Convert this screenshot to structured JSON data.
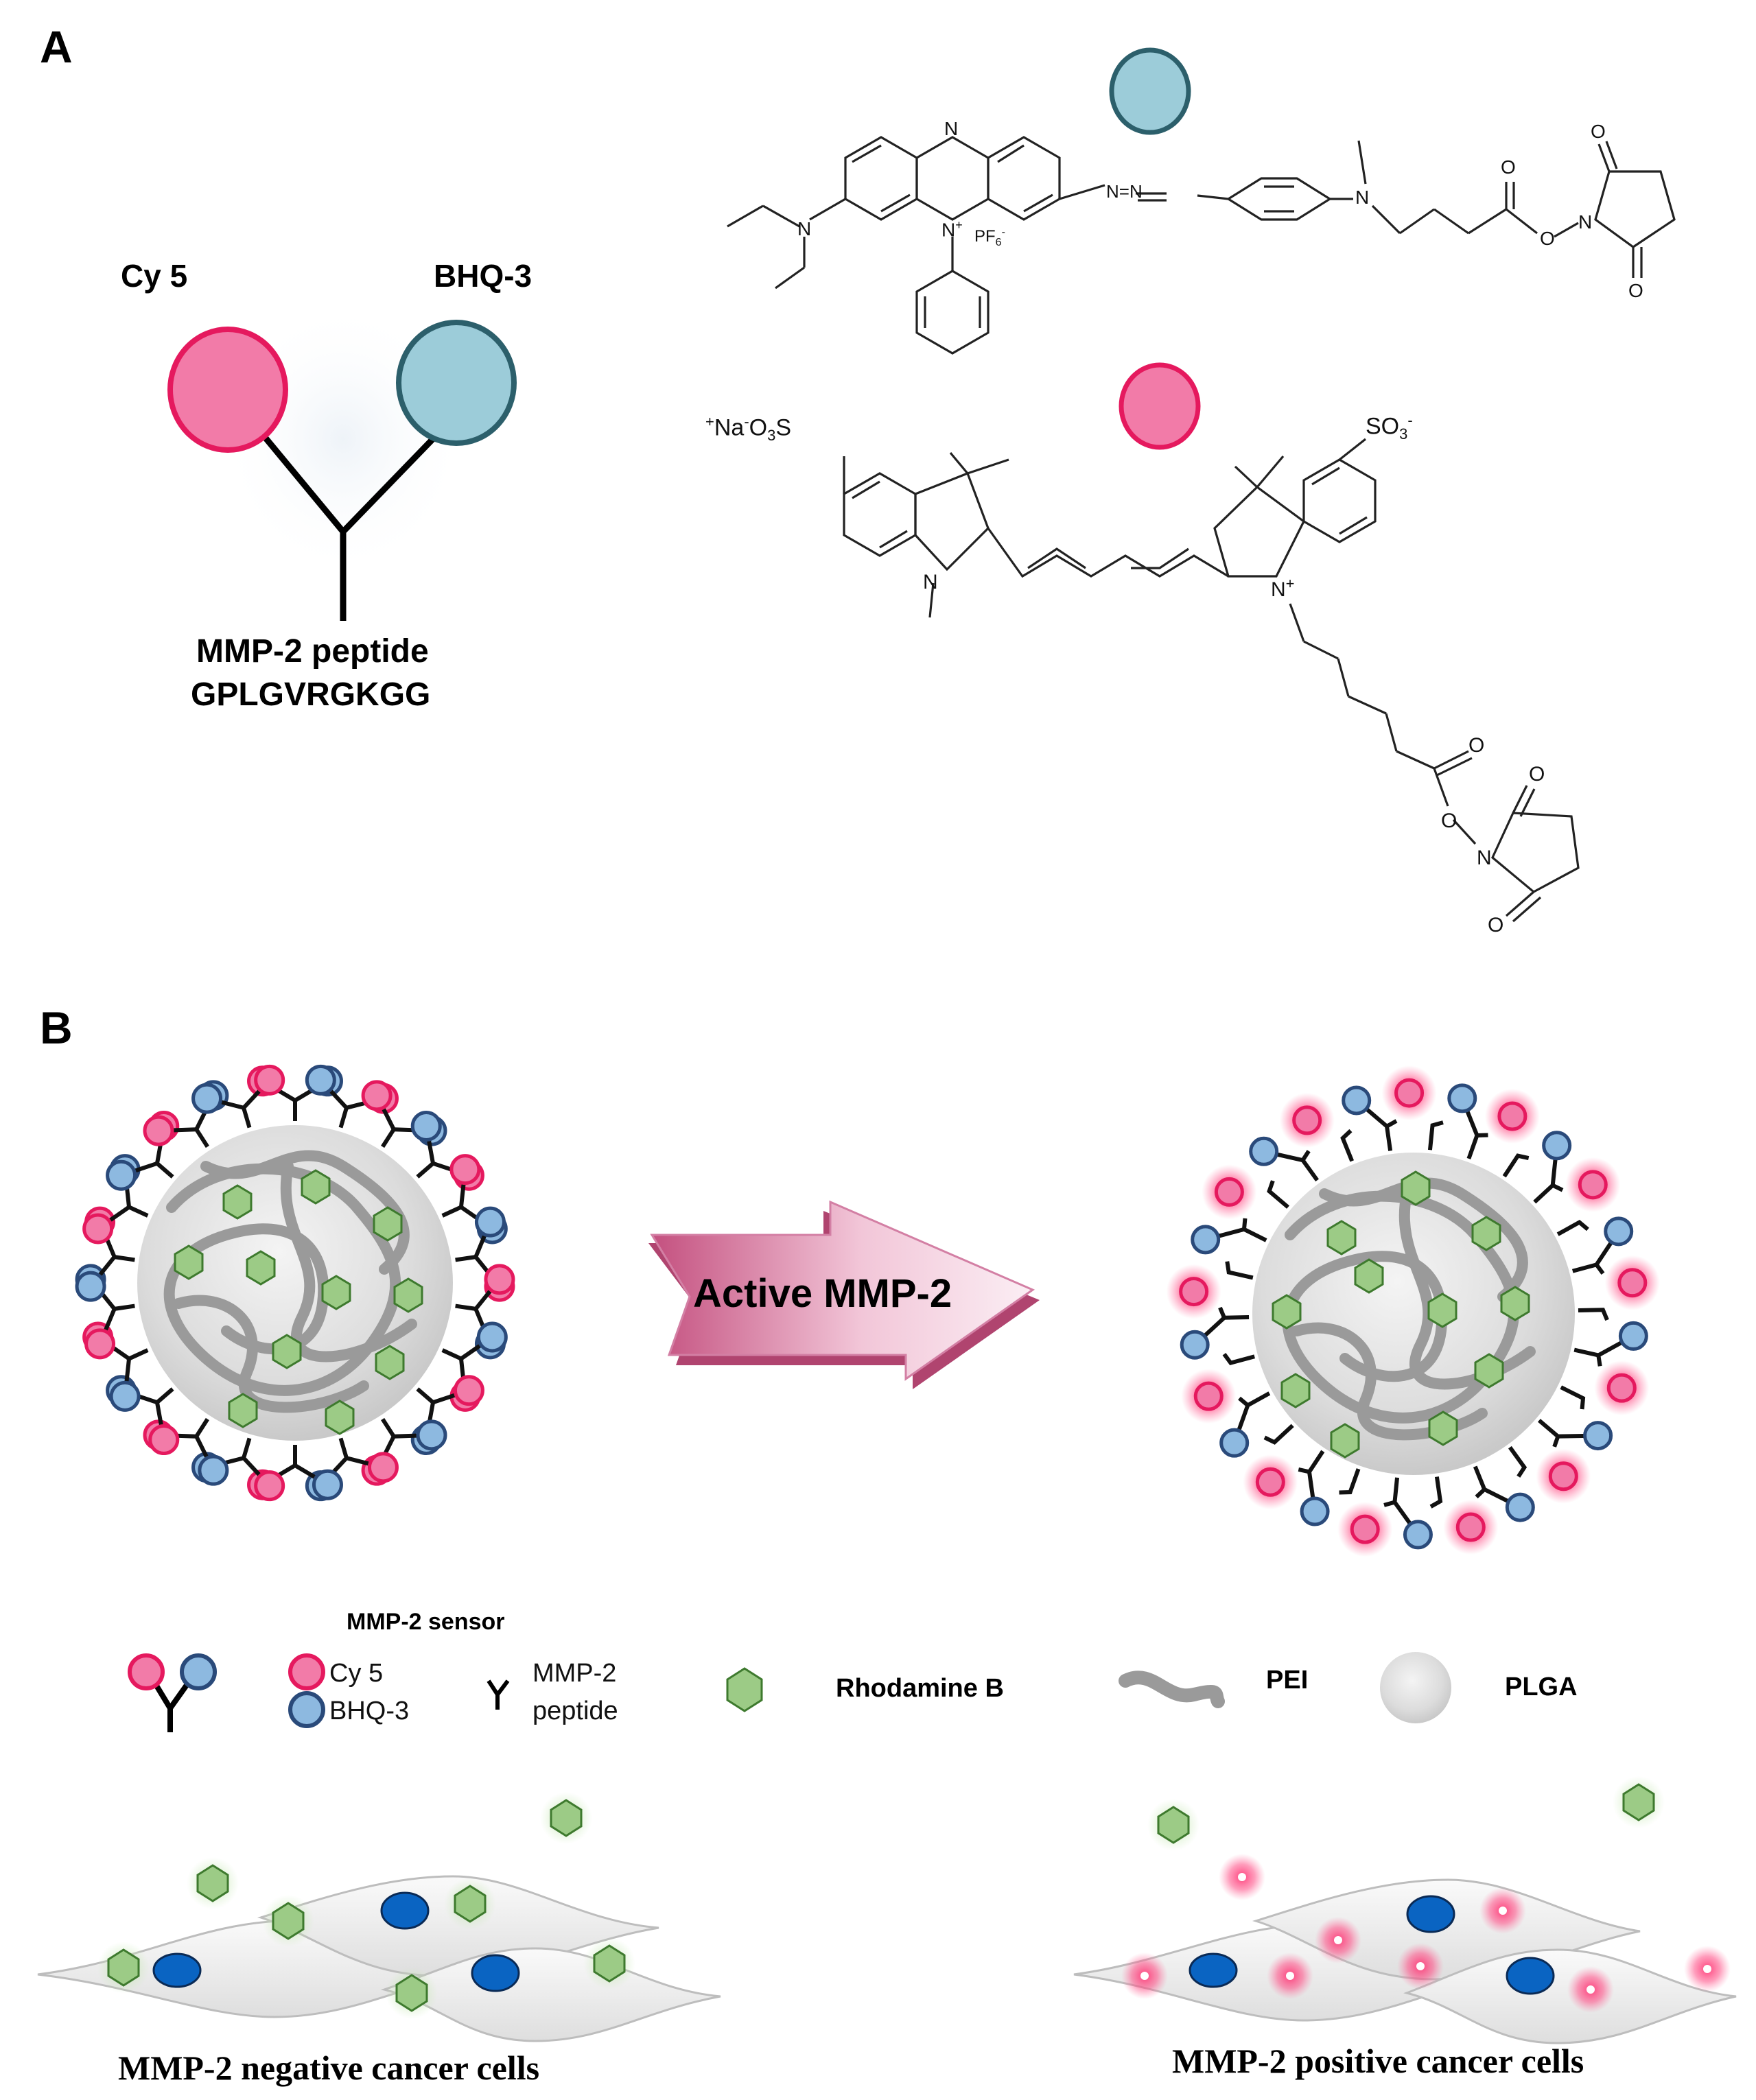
{
  "panel_a": {
    "letter": "A",
    "cy5_label": "Cy 5",
    "bhq3_label": "BHQ-3",
    "peptide_title": "MMP-2 peptide",
    "peptide_sequence": "GPLGVRGKGG",
    "bhq3_structure": {
      "ring_atom": "N",
      "cation": "N",
      "cation_charge": "+",
      "counterion": "PF",
      "counterion_sub": "6",
      "counterion_charge": "-",
      "azo": "N=N",
      "amine": "N",
      "ester_o": "O",
      "imide_n": "N",
      "carbonyl_o1": "O",
      "carbonyl_o2": "O",
      "carbonyl_o3": "O"
    },
    "cy5_structure": {
      "sulfonate_left": "+Na-O3S",
      "sulfonate_right": "SO3-",
      "n_left": "N",
      "n_right": "N",
      "n_right_charge": "+",
      "ester_o": "O",
      "imide_n": "N",
      "carbonyl_o1": "O",
      "carbonyl_o2": "O",
      "carbonyl_o3": "O"
    }
  },
  "panel_b": {
    "letter": "B",
    "arrow_label": "Active MMP-2",
    "legend": {
      "title": "MMP-2 sensor",
      "cy5": "Cy 5",
      "bhq3": "BHQ-3",
      "peptide_line1": "MMP-2",
      "peptide_line2": "peptide",
      "rhodamine": "Rhodamine B",
      "pei": "PEI",
      "plga": "PLGA"
    },
    "caption_left": "MMP-2 negative cancer cells",
    "caption_right": "MMP-2 positive cancer cells"
  },
  "colors": {
    "cy5_pink": "#F27BA8",
    "cy5_stroke": "#E5195E",
    "bhq_blue": "#9CCCD9",
    "bhq_stroke": "#2C5F6B",
    "small_blue": "#8DB9E0",
    "small_blue_stroke": "#2A4A7A",
    "rhodamine_green": "#9CCB86",
    "arrow_magenta": "#C4507F",
    "nucleus_blue": "#0A64C2"
  }
}
